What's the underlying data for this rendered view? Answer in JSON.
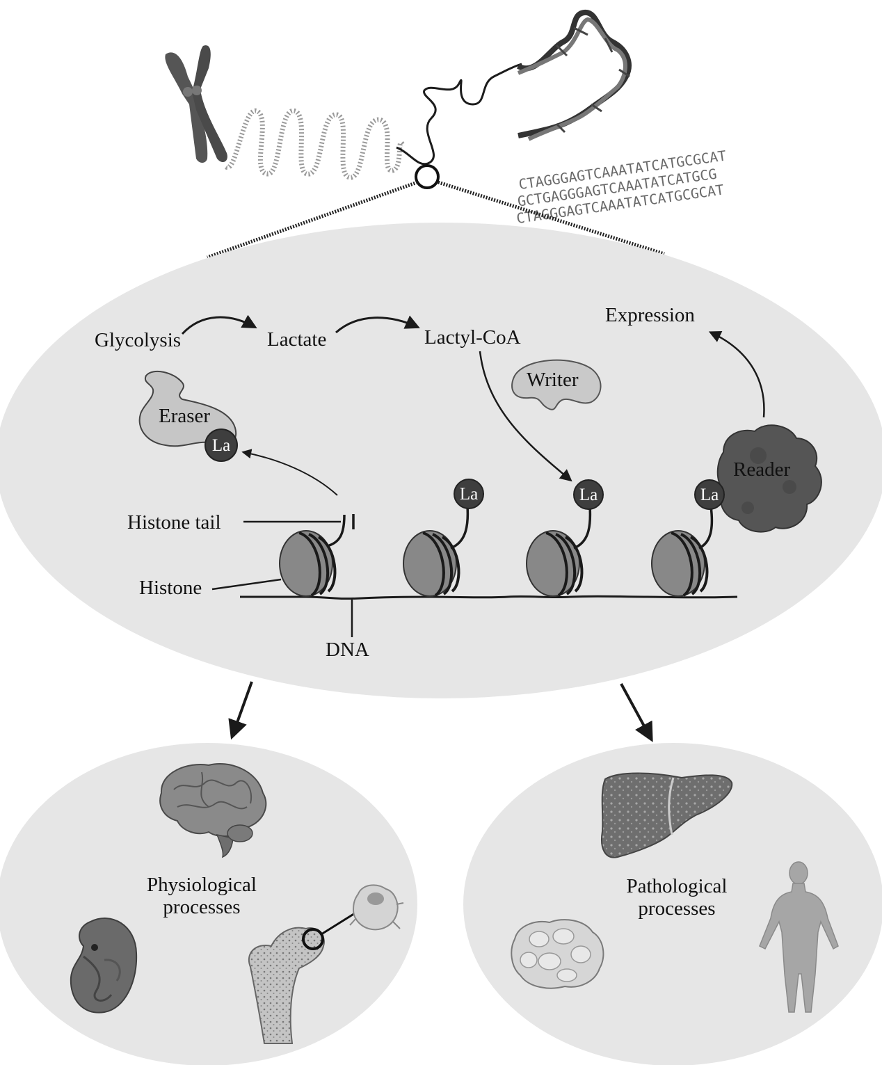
{
  "pathway": {
    "glycolysis": "Glycolysis",
    "lactate": "Lactate",
    "lactyl_coa": "Lactyl-CoA",
    "expression": "Expression"
  },
  "enzymes": {
    "writer": "Writer",
    "eraser": "Eraser",
    "reader": "Reader"
  },
  "mark_label": "La",
  "structure_labels": {
    "histone_tail": "Histone tail",
    "histone": "Histone",
    "dna": "DNA"
  },
  "outcomes": {
    "physiological_line1": "Physiological",
    "physiological_line2": "processes",
    "pathological_line1": "Pathological",
    "pathological_line2": "processes"
  },
  "dna_sequence": {
    "line1": "CTAGGGAGTCAAATATCATGCGCAT",
    "line2": "GCTGAGGGAGTCAAATATCATGCG",
    "line3": "CTAGGGAGTCAAATATCATGCGCAT"
  },
  "colors": {
    "ellipse_fill": "#e6e6e6",
    "la_mark": "#3e3e3e",
    "chromosome": "#5a5a5a",
    "reader": "#555555"
  }
}
